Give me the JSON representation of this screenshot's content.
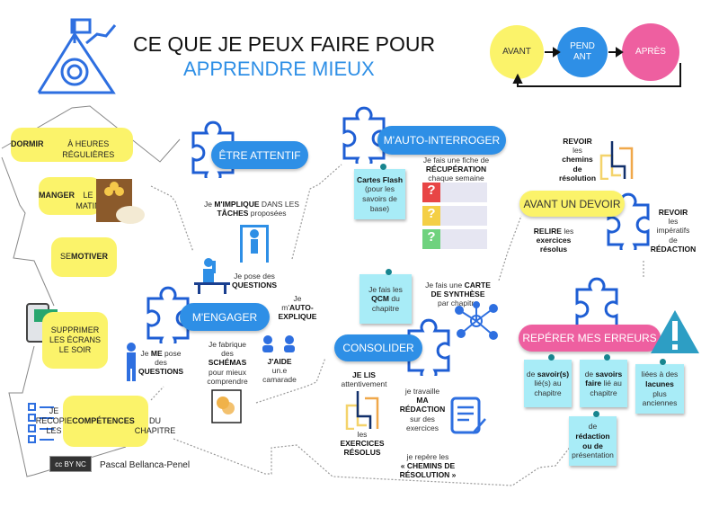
{
  "header": {
    "title_line1": "CE QUE JE PEUX FAIRE POUR",
    "title_line2": "APPRENDRE MIEUX"
  },
  "cycle": {
    "before": "AVANT",
    "during": "PEND\nANT",
    "after": "APRÈS"
  },
  "habits": {
    "sleep": [
      {
        "t": "DORMIR",
        "b": true
      },
      {
        "t": "\nÀ HEURES RÉGULIÈRES"
      }
    ],
    "eat": [
      {
        "t": "MANGER",
        "b": true
      },
      {
        "t": "\nLE MATIN"
      }
    ],
    "motivate": [
      {
        "t": "SE\n"
      },
      {
        "t": "MOTIVER",
        "b": true
      }
    ],
    "screens": [
      {
        "t": "SUPPRIMER\nLES ÉCRANS\nLE SOIR"
      }
    ],
    "skills": [
      {
        "t": "JE RECOPIE LES\n"
      },
      {
        "t": "COMPÉTENCES",
        "b": true
      },
      {
        "t": "\nDU CHAPITRE"
      }
    ]
  },
  "pills": {
    "attentive": "ÊTRE ATTENTIF",
    "self_quiz": "M'AUTO-INTERROGER",
    "engage": "M'ENGAGER",
    "consolidate": "CONSOLIDER",
    "before_test": "AVANT UN DEVOIR",
    "errors": "REPÉRER MES ERREURS"
  },
  "engage": {
    "involve": [
      {
        "t": "Je "
      },
      {
        "t": "M'IMPLIQUE",
        "b": true
      },
      {
        "t": " DANS LES\n"
      },
      {
        "t": "TÂCHES",
        "b": true
      },
      {
        "t": " proposées"
      }
    ],
    "ask": [
      {
        "t": "Je pose des\n"
      },
      {
        "t": "QUESTIONS",
        "b": true
      }
    ],
    "self_explain": [
      {
        "t": "Je\nm'"
      },
      {
        "t": "AUTO-\nEXPLIQUE",
        "b": true
      }
    ],
    "self_ask": [
      {
        "t": "Je "
      },
      {
        "t": "ME",
        "b": true
      },
      {
        "t": " pose\ndes\n"
      },
      {
        "t": "QUESTIONS",
        "b": true
      }
    ],
    "diagrams": [
      {
        "t": "Je fabrique\ndes\n"
      },
      {
        "t": "SCHÉMAS",
        "b": true
      },
      {
        "t": "\npour mieux\ncomprendre"
      }
    ],
    "help": [
      {
        "t": "J'AIDE",
        "b": true
      },
      {
        "t": "\nun.e\ncamarade"
      }
    ]
  },
  "self_quiz": {
    "flash": [
      {
        "t": "Cartes Flash",
        "b": true
      },
      {
        "t": "\n(pour les\nsavoirs de\nbase)"
      }
    ],
    "retrieval": [
      {
        "t": "Je fais une fiche de\n"
      },
      {
        "t": "RÉCUPÉRATION",
        "b": true
      },
      {
        "t": "\nchaque semaine"
      }
    ],
    "question_mark": "?"
  },
  "consolidate": {
    "qcm": [
      {
        "t": "Je fais les\n"
      },
      {
        "t": "QCM",
        "b": true
      },
      {
        "t": " du\nchapitre"
      }
    ],
    "map": [
      {
        "t": "Je fais une "
      },
      {
        "t": "CARTE\nDE SYNTHÈSE",
        "b": true
      },
      {
        "t": "\npar chapitre"
      }
    ],
    "read": [
      {
        "t": "JE LIS",
        "b": true
      },
      {
        "t": "\nattentivement"
      }
    ],
    "exercises": [
      {
        "t": "les\n"
      },
      {
        "t": "EXERCICES\nRÉSOLUS",
        "b": true
      }
    ],
    "writing": [
      {
        "t": "je travaille\n"
      },
      {
        "t": "MA\nRÉDACTION",
        "b": true
      },
      {
        "t": "\nsur des\nexercices"
      }
    ],
    "paths": [
      {
        "t": "je repère les\n"
      },
      {
        "t": "« CHEMINS DE\nRÉSOLUTION »",
        "b": true
      }
    ]
  },
  "before_test": {
    "review_paths": [
      {
        "t": "REVOIR",
        "b": true
      },
      {
        "t": "\nles\n"
      },
      {
        "t": "chemins\nde\nrésolution",
        "b": true
      }
    ],
    "reread": [
      {
        "t": "RELIRE",
        "b": true
      },
      {
        "t": " les\n"
      },
      {
        "t": "exercices\nrésolus",
        "b": true
      }
    ],
    "review_writing": [
      {
        "t": "REVOIR",
        "b": true
      },
      {
        "t": "\nles\nimpératifs\nde\n"
      },
      {
        "t": "RÉDACTION",
        "b": true
      }
    ]
  },
  "errors": {
    "knowledge": [
      {
        "t": "de "
      },
      {
        "t": "savoir(s)",
        "b": true
      },
      {
        "t": "\nlié(s) au\nchapitre"
      }
    ],
    "know_how": [
      {
        "t": "de "
      },
      {
        "t": "savoirs\nfaire",
        "b": true
      },
      {
        "t": " lié au\nchapitre"
      }
    ],
    "gaps": [
      {
        "t": "liées à des\n"
      },
      {
        "t": "lacunes",
        "b": true
      },
      {
        "t": "\nplus\nanciennes"
      }
    ],
    "writing": [
      {
        "t": "de\n"
      },
      {
        "t": "rédaction\nou de",
        "b": true
      },
      {
        "t": "\nprésentation"
      }
    ]
  },
  "footer": {
    "license": "cc BY NC",
    "author": "Pascal Bellanca-Penel"
  },
  "colors": {
    "blue": "#2e8fe6",
    "yellow": "#fbf36a",
    "pink": "#ee5fa0",
    "sticky": "#a8ecf7"
  }
}
